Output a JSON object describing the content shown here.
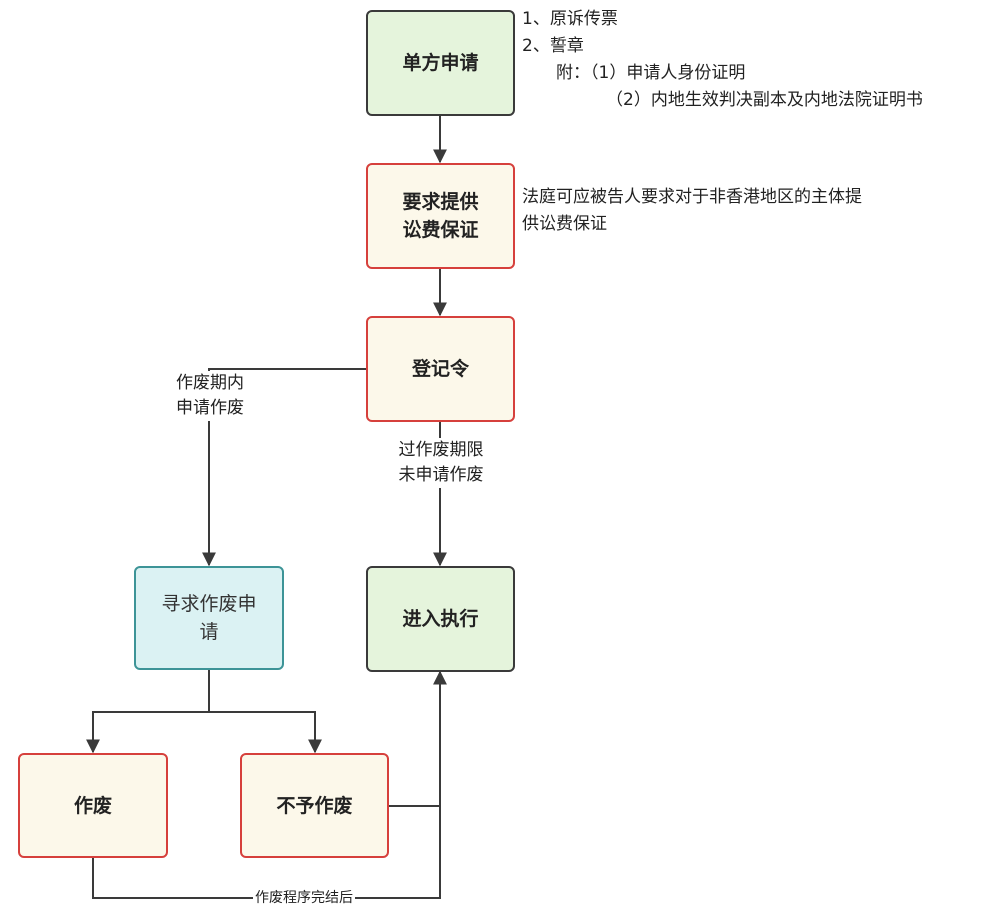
{
  "nodes": {
    "apply": "单方申请",
    "security": "要求提供\n讼费保证",
    "register": "登记令",
    "seek_set_aside": "寻求作废申\n请",
    "enforce": "进入执行",
    "set_aside": "作废",
    "not_set_aside": "不予作废"
  },
  "notes": {
    "apply_line1": "1、原诉传票",
    "apply_line2": "2、誓章",
    "apply_line3": "附：（1）申请人身份证明",
    "apply_line4": "（2）内地生效判决副本及内地法院证明书",
    "security_line1": "法庭可应被告人要求对于非香港地区的主体提",
    "security_line2": "供讼费保证"
  },
  "edges": {
    "within_period_line1": "作废期内",
    "within_period_line2": "申请作废",
    "past_period_line1": "过作废期限",
    "past_period_line2": "未申请作废",
    "after_completion": "作废程序完结后"
  },
  "colors": {
    "green_fill": "#e5f4dc",
    "cream_fill": "#fcf8ea",
    "teal_fill": "#dbf2f3",
    "red_border": "#d6403c",
    "teal_border": "#3d9497",
    "dark_border": "#3a3a3a",
    "line": "#3a3a3a"
  }
}
